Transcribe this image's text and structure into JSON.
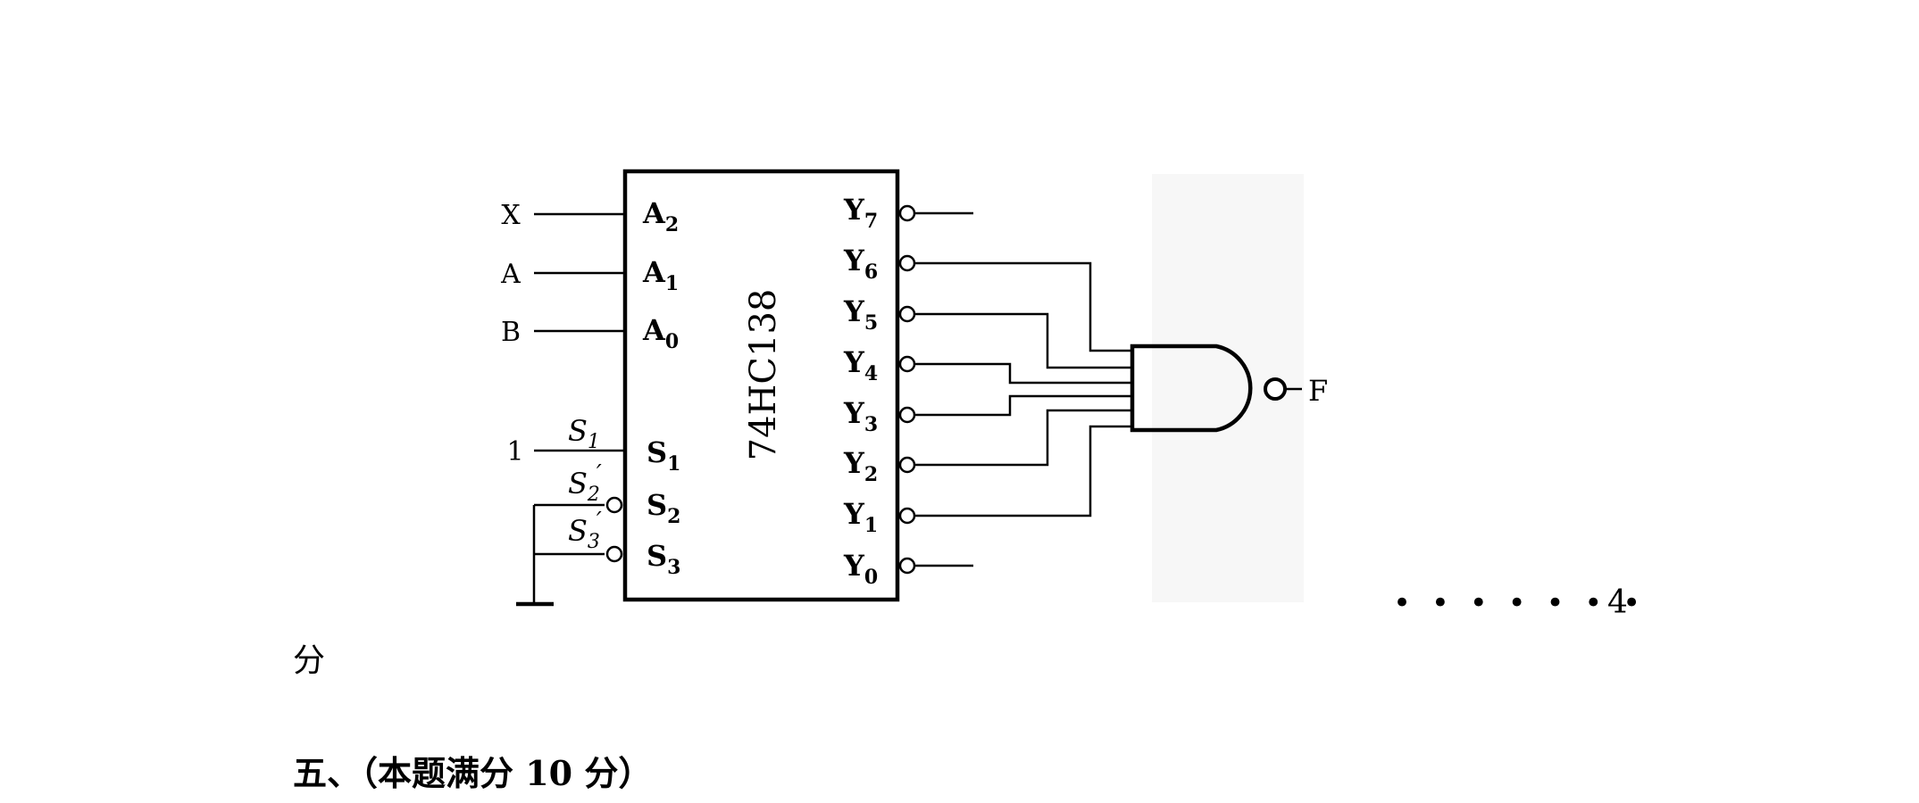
{
  "circuit": {
    "chip_label": "74HC138",
    "inputs": {
      "x_label": "X",
      "a_label": "A",
      "b_label": "B",
      "one_label": "1"
    },
    "address_pins": {
      "a2": {
        "main": "A",
        "sub": "2"
      },
      "a1": {
        "main": "A",
        "sub": "1"
      },
      "a0": {
        "main": "A",
        "sub": "0"
      }
    },
    "enable_pins": {
      "s1": {
        "main": "S",
        "sub": "1"
      },
      "s2": {
        "main": "S",
        "sub": "2"
      },
      "s3": {
        "main": "S",
        "sub": "3"
      }
    },
    "enable_signal_labels": {
      "s1": {
        "main": "S",
        "sub": "1",
        "prime": ""
      },
      "s2": {
        "main": "S",
        "sub": "2",
        "prime": "′"
      },
      "s3": {
        "main": "S",
        "sub": "3",
        "prime": "′"
      }
    },
    "outputs": [
      {
        "main": "Y",
        "sub": "7"
      },
      {
        "main": "Y",
        "sub": "6"
      },
      {
        "main": "Y",
        "sub": "5"
      },
      {
        "main": "Y",
        "sub": "4"
      },
      {
        "main": "Y",
        "sub": "3"
      },
      {
        "main": "Y",
        "sub": "2"
      },
      {
        "main": "Y",
        "sub": "1"
      },
      {
        "main": "Y",
        "sub": "0"
      }
    ],
    "nand_output_label": "F"
  },
  "score_marker": {
    "dots": "• • • • • • •",
    "points": "4"
  },
  "continuation_text": "分",
  "section_heading": "五、（本题满分 10 分）"
}
